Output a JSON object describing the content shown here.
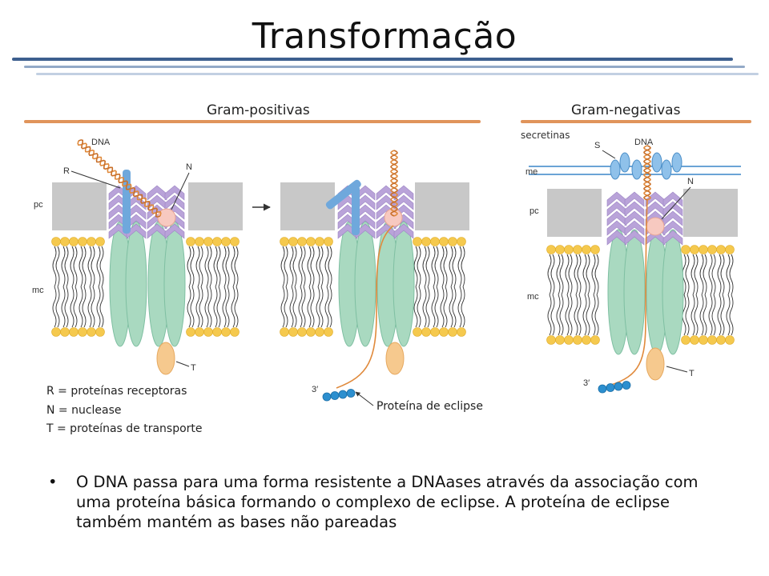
{
  "title": "Transformação",
  "sections": {
    "gram_positive": "Gram-positivas",
    "gram_negative": "Gram-negativas"
  },
  "diagram_labels": {
    "dna": "DNA",
    "r": "R",
    "n": "N",
    "t": "T",
    "s": "S",
    "pc": "pc",
    "mc": "mc",
    "me": "me",
    "three_prime": "3′"
  },
  "secretinas": "secretinas",
  "legend": {
    "r": "R = proteínas receptoras",
    "n": "N = nuclease",
    "t": "T = proteínas de transporte"
  },
  "eclipse_label": "Proteína de eclipse",
  "bullet_text": "O DNA passa para uma forma resistente a DNAases através da associação com uma proteína básica formando o complexo de eclipse. A proteína de eclipse também mantém as bases não pareadas",
  "colors": {
    "title_rule": "#3d5f8f",
    "section_rule": "#e0945b",
    "peptidoglycan": "#b9a3d9",
    "wall_gray": "#c8c8c8",
    "lipid_head": "#f5c94e",
    "protein_green": "#a9d9c0",
    "receptor_blue": "#6fa8dc",
    "transport_orange": "#f6c98e",
    "dna_orange": "#e08a3c",
    "nuclease_pink": "#f7c9c0",
    "eclipse_blue": "#2c8fcf",
    "outer_membrane": "#3a86c8"
  }
}
